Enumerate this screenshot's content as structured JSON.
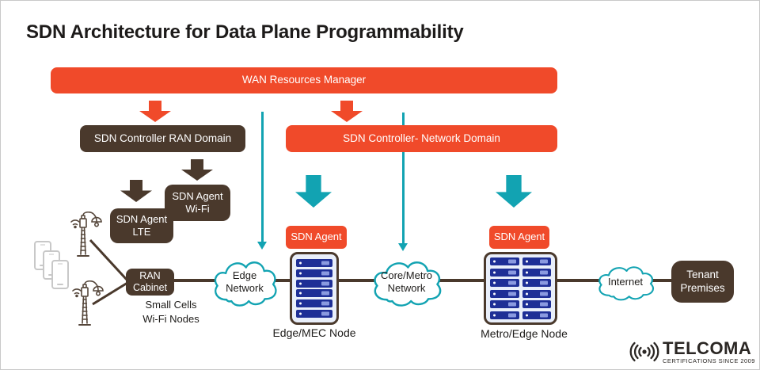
{
  "title": "SDN Architecture for Data Plane Programmability",
  "colors": {
    "accent_orange": "#F04A2A",
    "dark_brown": "#4A392C",
    "teal": "#12A3B2",
    "server_navy": "#1E2F96",
    "rack_fill": "#E9EFFA"
  },
  "boxes": {
    "wan_manager": "WAN Resources Manager",
    "controller_ran": "SDN Controller RAN Domain",
    "controller_network": "SDN Controller- Network Domain",
    "agent_wifi": "SDN Agent\nWi-Fi",
    "agent_lte": "SDN Agent\nLTE",
    "agent_edge": "SDN Agent",
    "agent_metro": "SDN Agent",
    "ran_cabinet": "RAN\nCabinet",
    "tenant_premises": "Tenant\nPremises"
  },
  "clouds": {
    "edge_network": "Edge\nNetwork",
    "core_metro": "Core/Metro\nNetwork",
    "internet": "Internet"
  },
  "labels": {
    "small_cells": "Small Cells\nWi-Fi Nodes",
    "edge_mec_node": "Edge/MEC Node",
    "metro_edge_node": "Metro/Edge Node"
  },
  "logo": {
    "brand": "TELCOMA",
    "tagline": "CERTIFICATIONS SINCE 2009"
  },
  "icons": [
    "cell-tower-icon",
    "mobile-phones-icon",
    "server-rack-icon",
    "cloud-icon",
    "radio-signal-icon",
    "down-arrow-icon"
  ]
}
